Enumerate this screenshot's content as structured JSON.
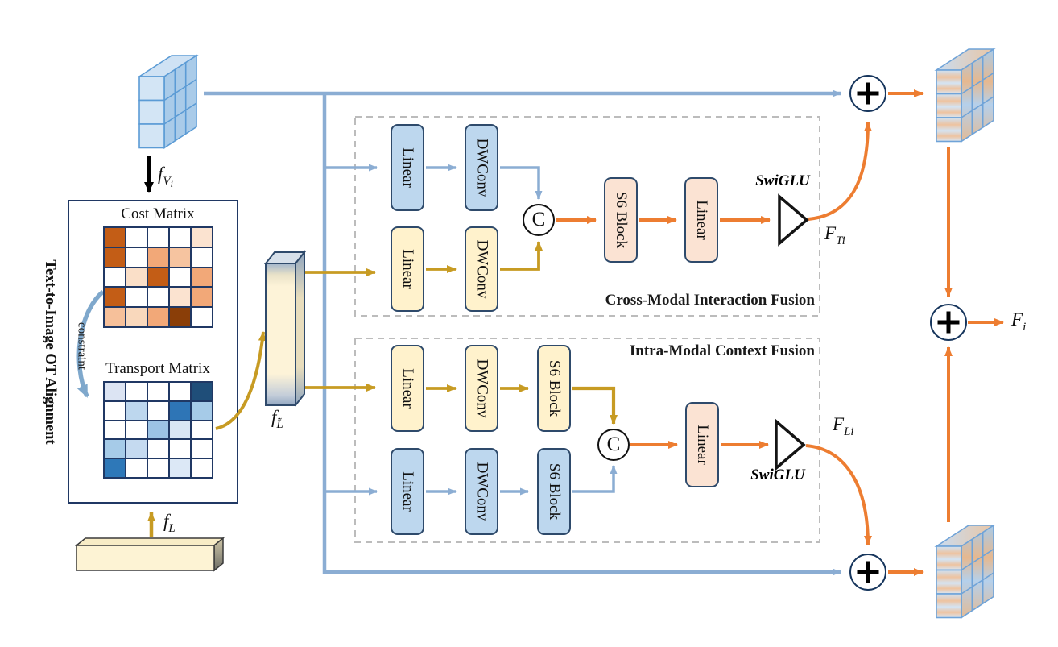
{
  "left_panel": {
    "rotated_title": "Text-to-Image OT Alignment",
    "cost_matrix": {
      "title": "Cost Matrix"
    },
    "transport_matrix": {
      "title": "Transport Matrix"
    },
    "constraint_label": "constraint",
    "visual_input_label": {
      "base": "f",
      "sub": "V",
      "subsub": "i"
    },
    "text_input_label": {
      "base": "f",
      "sub": "L"
    }
  },
  "aligned_text_label": {
    "base": "f",
    "sub": "L̃"
  },
  "cross_modal": {
    "title": "Cross-Modal Interaction Fusion",
    "swiglu_label": "SwiGLU",
    "output_label": {
      "base": "F",
      "sub": "Ti"
    }
  },
  "intra_modal": {
    "title": "Intra-Modal Context Fusion",
    "swiglu_label": "SwiGLU",
    "output_label": {
      "base": "F",
      "sub": "Li"
    }
  },
  "final_output_label": {
    "base": "F",
    "sub": "i"
  },
  "blocks": {
    "linear": "Linear",
    "dwconv": "DWConv",
    "s6_block": "S6 Block",
    "concat": "C",
    "plus": "+"
  },
  "matrices": {
    "cost": {
      "cells": [
        [
          "#c35d16",
          "#ffffff",
          "#ffffff",
          "#ffffff",
          "#fbe3d0"
        ],
        [
          "#c35d16",
          "#ffffff",
          "#f2a878",
          "#f6c4a0",
          "#ffffff"
        ],
        [
          "#ffffff",
          "#fadfc8",
          "#c35d16",
          "#ffffff",
          "#f2a878"
        ],
        [
          "#c35d16",
          "#ffffff",
          "#ffffff",
          "#fbe3d0",
          "#f2a878"
        ],
        [
          "#f6c09a",
          "#f9d8bc",
          "#f2a878",
          "#8a3e08",
          "#ffffff"
        ]
      ]
    },
    "transport": {
      "cells": [
        [
          "#dce4f3",
          "#ffffff",
          "#ffffff",
          "#ffffff",
          "#1f4e79"
        ],
        [
          "#ffffff",
          "#bdd7ee",
          "#ffffff",
          "#2e75b6",
          "#a6cbe8"
        ],
        [
          "#ffffff",
          "#ffffff",
          "#9cc3e5",
          "#d9e6f4",
          "#ffffff"
        ],
        [
          "#a6cbe8",
          "#c5daf0",
          "#ffffff",
          "#ffffff",
          "#ffffff"
        ],
        [
          "#2e78b8",
          "#ffffff",
          "#ffffff",
          "#dce8f6",
          "#ffffff"
        ]
      ]
    }
  },
  "colors": {
    "blue_arrow": "#8badd3",
    "yellow_arrow": "#c79b23",
    "orange_arrow": "#ed7d31",
    "constraint_arrow": "#7fa8cc",
    "block_blue": "#bdd7ee",
    "block_yellow": "#fff2cc",
    "block_pink": "#fbe3d3",
    "block_border": "#2e4a6b",
    "grid_line": "#203864",
    "dashed_border": "#bcbcbc"
  }
}
